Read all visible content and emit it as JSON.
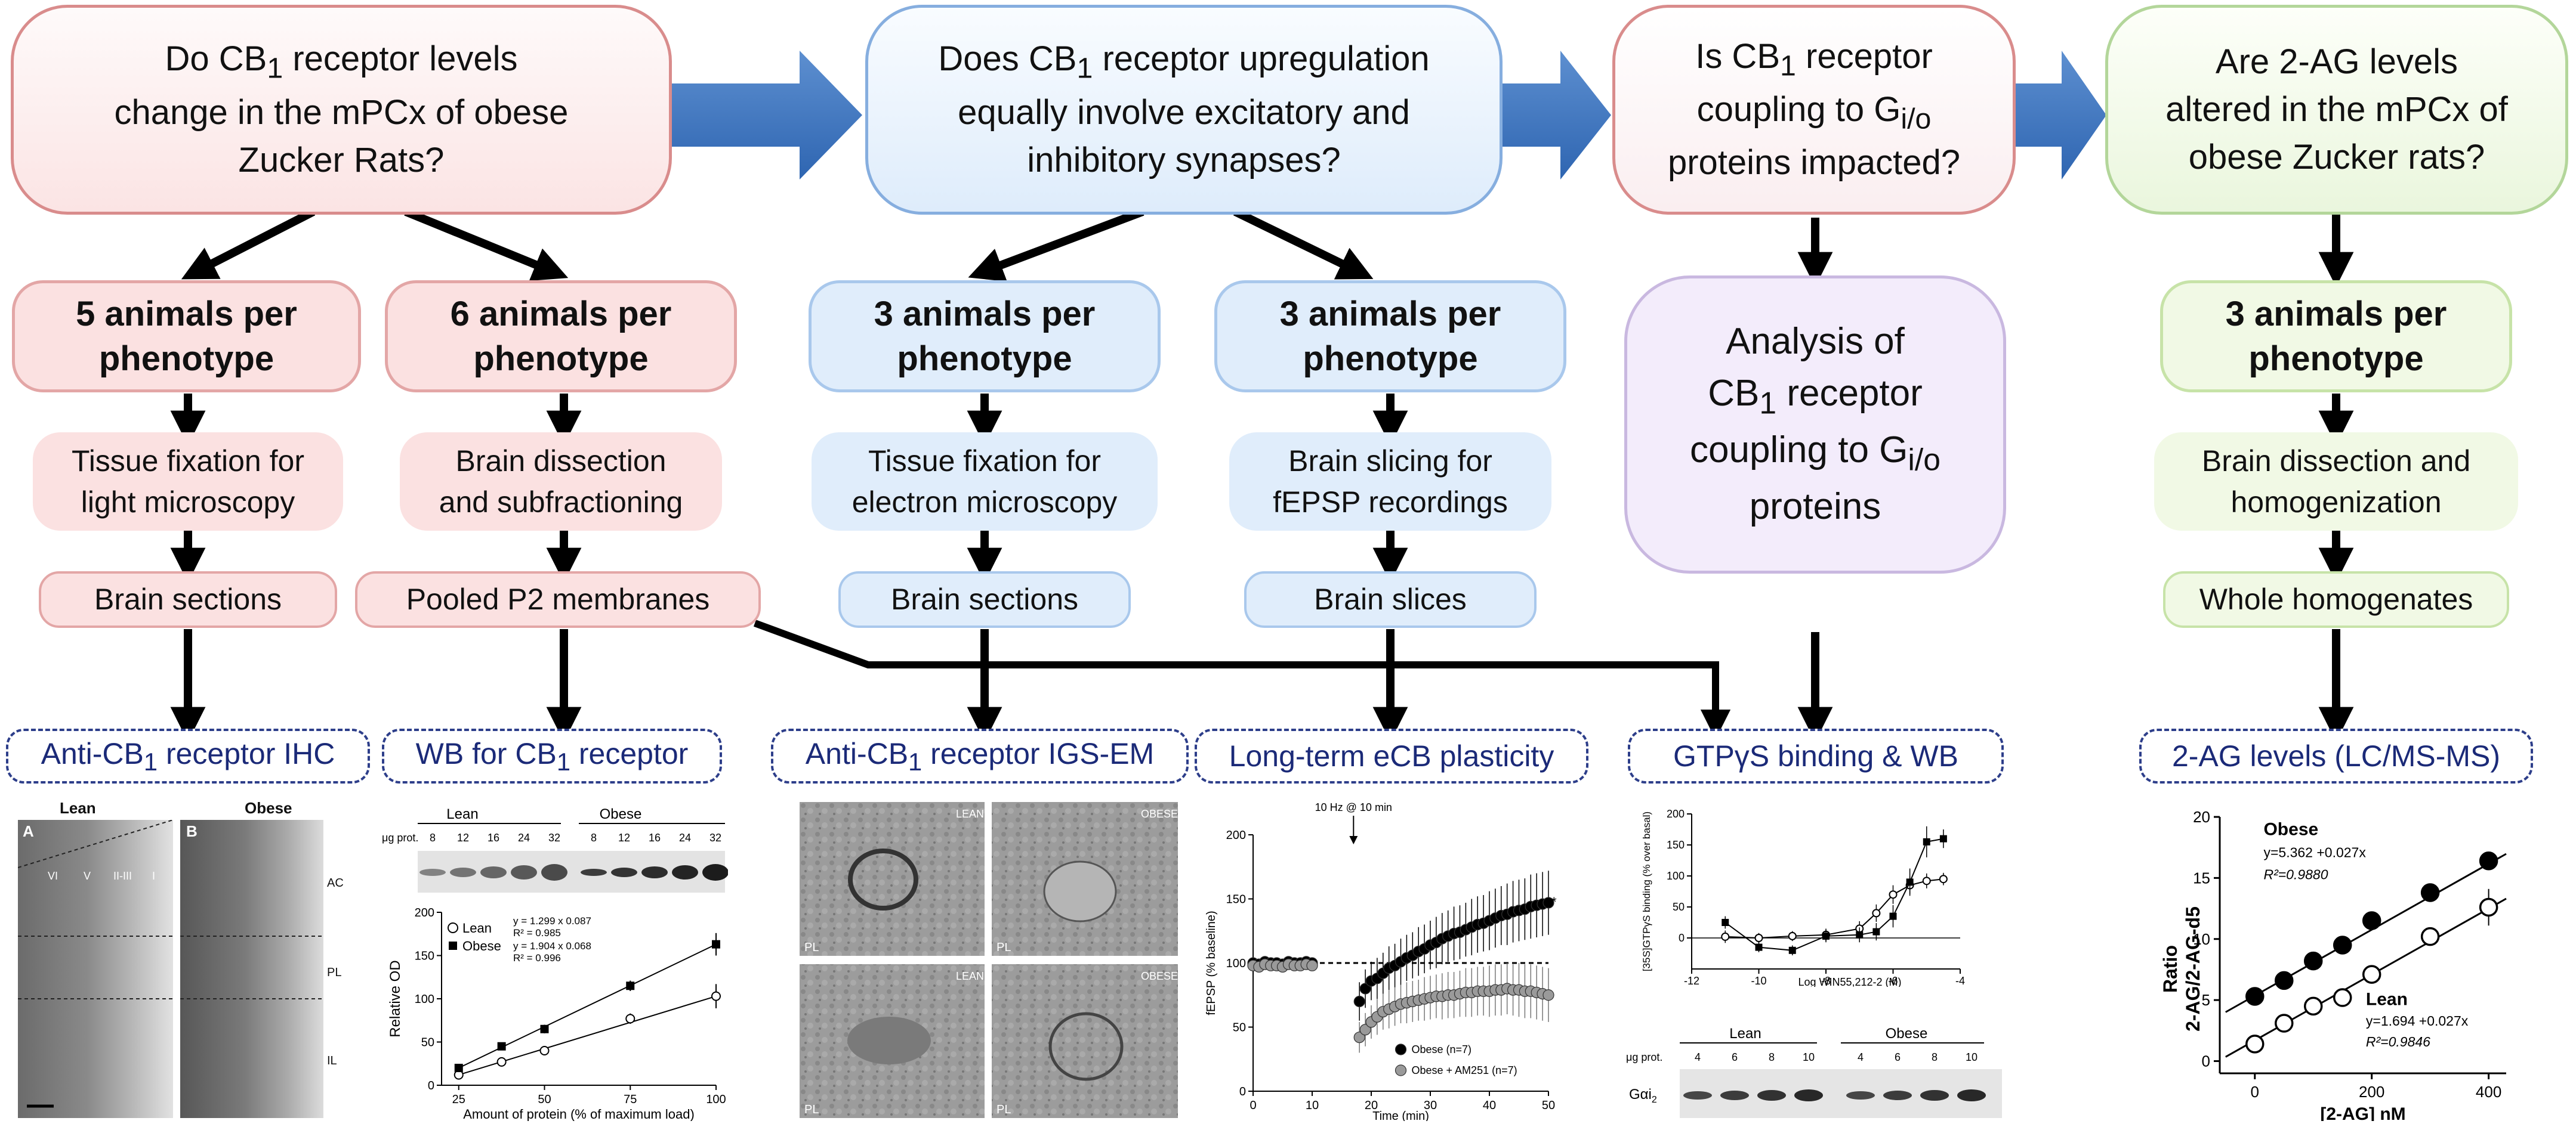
{
  "questions": {
    "q1": {
      "l1": "Do CB",
      "sub": "1",
      "l1b": " receptor levels",
      "l2": "change in the mPCx of obese",
      "l3": "Zucker Rats?"
    },
    "q2": {
      "l1": "Does CB",
      "sub": "1",
      "l1b": " receptor upregulation",
      "l2": "equally involve excitatory and",
      "l3": "inhibitory synapses?"
    },
    "q3": {
      "l1": "Is CB",
      "sub": "1",
      "l1b": " receptor",
      "l2": "coupling to G",
      "sub2": "i/o",
      "l3": "proteins impacted?"
    },
    "q4": {
      "l1": "Are 2-AG levels",
      "l2": "altered in the mPCx of",
      "l3": "obese Zucker rats?"
    }
  },
  "animals": {
    "a1": {
      "l1": "5 animals per",
      "l2": "phenotype"
    },
    "a2": {
      "l1": "6 animals per",
      "l2": "phenotype"
    },
    "a3": {
      "l1": "3 animals per",
      "l2": "phenotype"
    },
    "a4": {
      "l1": "3 animals per",
      "l2": "phenotype"
    },
    "a5": {
      "l1": "3 animals per",
      "l2": "phenotype"
    }
  },
  "steps": {
    "s1": {
      "l1": "Tissue fixation for",
      "l2": "light microscopy"
    },
    "s2": {
      "l1": "Brain dissection",
      "l2": "and subfractioning"
    },
    "s3": {
      "l1": "Tissue fixation for",
      "l2": "electron microscopy"
    },
    "s4": {
      "l1": "Brain slicing for",
      "l2": "fEPSP recordings"
    },
    "s5": {
      "l1": "Brain dissection and",
      "l2": "homogenization"
    }
  },
  "analysis": {
    "l1": "Analysis of",
    "l2a": "CB",
    "l2sub": "1",
    "l2b": " receptor",
    "l3a": "coupling to G",
    "l3sub": "i/o",
    "l4": "proteins"
  },
  "materials": {
    "m1": "Brain sections",
    "m2": "Pooled P2 membranes",
    "m3": "Brain sections",
    "m4": "Brain slices",
    "m5": "Whole homogenates"
  },
  "techniques": {
    "t1": {
      "a": "Anti-CB",
      "sub": "1",
      "b": " receptor IHC"
    },
    "t2": {
      "a": "WB for CB",
      "sub": "1",
      "b": " receptor"
    },
    "t3": {
      "a": "Anti-CB",
      "sub": "1",
      "b": " receptor IGS-EM"
    },
    "t4": {
      "a": "Long-term eCB plasticity",
      "sub": "",
      "b": ""
    },
    "t5": {
      "a": "GTPγS binding & WB",
      "sub": "",
      "b": ""
    },
    "t6": {
      "a": "2-AG levels (LC/MS-MS)",
      "sub": "",
      "b": ""
    }
  },
  "panels": {
    "ihc": {
      "lean": "Lean",
      "obese": "Obese",
      "a": "A",
      "b": "B",
      "layers": [
        "VI",
        "V",
        "II-III",
        "I"
      ],
      "regions": [
        "AC",
        "PL",
        "IL"
      ]
    },
    "wb": {
      "lean": "Lean",
      "obese": "Obese",
      "ug": "μg prot.",
      "loads": [
        "8",
        "12",
        "16",
        "24",
        "32",
        "8",
        "12",
        "16",
        "24",
        "32"
      ]
    },
    "em": {
      "lean": "LEAN",
      "obese": "OBESE",
      "pl": "PL"
    },
    "fepsp": {
      "stim": "10 Hz @ 10 min",
      "star": "*"
    },
    "gtp_wb": {
      "lean": "Lean",
      "obese": "Obese",
      "ug": "μg prot.",
      "loads": [
        "4",
        "6",
        "8",
        "10",
        "4",
        "6",
        "8",
        "10"
      ],
      "protein": "Gαi",
      "protein_sub": "2"
    }
  },
  "chart_data": [
    {
      "type": "scatter",
      "title": "",
      "xlabel": "Amount of protein (% of maximum load)",
      "ylabel": "Relative OD",
      "xticks": [
        25,
        50,
        75,
        100
      ],
      "yticks": [
        0,
        50,
        100,
        150,
        200
      ],
      "xlim": [
        20,
        100
      ],
      "ylim": [
        0,
        200
      ],
      "series": [
        {
          "name": "Lean",
          "marker": "open-circle",
          "x": [
            25,
            37.5,
            50,
            75,
            100
          ],
          "y": [
            12,
            27,
            40,
            77,
            103
          ],
          "err": [
            3,
            4,
            5,
            6,
            14
          ],
          "fit": "y = 1.299 x 0.087",
          "r2": "R² = 0.985"
        },
        {
          "name": "Obese",
          "marker": "filled-square",
          "x": [
            25,
            37.5,
            50,
            75,
            100
          ],
          "y": [
            20,
            45,
            65,
            115,
            163
          ],
          "err": [
            3,
            4,
            5,
            6,
            13
          ],
          "fit": "y = 1.904 x 0.068",
          "r2": "R² = 0.996"
        }
      ],
      "legend": "top-left"
    },
    {
      "type": "scatter",
      "title": "",
      "xlabel": "Time (min)",
      "ylabel": "fEPSP (% baseline)",
      "xticks": [
        0,
        10,
        20,
        30,
        40,
        50
      ],
      "yticks": [
        0,
        50,
        100,
        150,
        200
      ],
      "xlim": [
        0,
        50
      ],
      "ylim": [
        0,
        200
      ],
      "baseline": 100,
      "series": [
        {
          "name": "Obese (n=7)",
          "marker": "filled-circle",
          "x": [
            0,
            1,
            2,
            3,
            4,
            5,
            6,
            7,
            8,
            9,
            10,
            18,
            19,
            20,
            21,
            22,
            23,
            24,
            25,
            26,
            27,
            28,
            29,
            30,
            31,
            32,
            33,
            34,
            35,
            36,
            37,
            38,
            39,
            40,
            41,
            42,
            43,
            44,
            45,
            46,
            47,
            48,
            49,
            50
          ],
          "y": [
            100,
            99,
            101,
            100,
            100,
            99,
            101,
            100,
            100,
            101,
            100,
            70,
            80,
            86,
            88,
            92,
            96,
            98,
            101,
            104,
            106,
            109,
            111,
            114,
            116,
            119,
            121,
            123,
            124,
            126,
            128,
            130,
            131,
            133,
            135,
            137,
            138,
            140,
            141,
            142,
            144,
            145,
            146,
            147
          ],
          "err": [
            3,
            3,
            3,
            3,
            3,
            3,
            3,
            3,
            3,
            3,
            3,
            15,
            15,
            15,
            16,
            16,
            17,
            17,
            18,
            18,
            18,
            19,
            19,
            19,
            20,
            20,
            20,
            21,
            21,
            21,
            22,
            22,
            22,
            23,
            23,
            23,
            24,
            24,
            24,
            24,
            25,
            25,
            25,
            25
          ]
        },
        {
          "name": "Obese + AM251 (n=7)",
          "marker": "gray-circle",
          "x": [
            0,
            1,
            2,
            3,
            4,
            5,
            6,
            7,
            8,
            9,
            10,
            18,
            19,
            20,
            21,
            22,
            23,
            24,
            25,
            26,
            27,
            28,
            29,
            30,
            31,
            32,
            33,
            34,
            35,
            36,
            37,
            38,
            39,
            40,
            41,
            42,
            43,
            44,
            45,
            46,
            47,
            48,
            49,
            50
          ],
          "y": [
            98,
            97,
            99,
            98,
            98,
            97,
            99,
            98,
            98,
            99,
            98,
            42,
            48,
            54,
            58,
            62,
            64,
            66,
            68,
            69,
            70,
            71,
            72,
            73,
            74,
            74,
            75,
            75,
            76,
            77,
            77,
            78,
            78,
            78,
            79,
            79,
            80,
            79,
            79,
            78,
            78,
            77,
            76,
            75
          ],
          "err": [
            3,
            3,
            3,
            3,
            3,
            3,
            3,
            3,
            3,
            3,
            3,
            12,
            13,
            13,
            14,
            14,
            15,
            15,
            15,
            16,
            16,
            16,
            17,
            17,
            17,
            18,
            18,
            18,
            18,
            19,
            19,
            19,
            19,
            20,
            20,
            20,
            20,
            20,
            21,
            21,
            21,
            21,
            21,
            21
          ]
        }
      ],
      "legend": "bottom-center"
    },
    {
      "type": "line",
      "title": "",
      "xlabel": "Log WIN55,212-2 (M)",
      "ylabel": "[35S]GTPγS binding (% over basal)",
      "xticks": [
        -12,
        -10,
        -8,
        -6,
        -4
      ],
      "yticks": [
        0,
        50,
        100,
        150,
        200
      ],
      "xlim": [
        -12,
        -4
      ],
      "ylim": [
        -50,
        200
      ],
      "series": [
        {
          "name": "Lean",
          "marker": "open-circle",
          "x": [
            -11,
            -10,
            -9,
            -8,
            -7,
            -6.5,
            -6,
            -5.5,
            -5,
            -4.5
          ],
          "y": [
            2,
            0,
            3,
            5,
            15,
            40,
            70,
            85,
            92,
            95
          ],
          "err": [
            10,
            8,
            8,
            10,
            12,
            14,
            15,
            14,
            12,
            10
          ]
        },
        {
          "name": "Obese",
          "marker": "filled-square",
          "x": [
            -11,
            -10,
            -9,
            -8,
            -7,
            -6.5,
            -6,
            -5.5,
            -5,
            -4.5
          ],
          "y": [
            25,
            -15,
            -20,
            3,
            5,
            10,
            35,
            90,
            155,
            160
          ],
          "err": [
            10,
            8,
            8,
            10,
            12,
            14,
            18,
            22,
            25,
            15
          ]
        }
      ]
    },
    {
      "type": "scatter",
      "title": "",
      "xlabel": "[2-AG] nM",
      "ylabel": "Ratio 2-AG/2-AG-d5",
      "xticks": [
        0,
        200,
        400
      ],
      "yticks": [
        0,
        5,
        10,
        15,
        20
      ],
      "xlim": [
        -60,
        430
      ],
      "ylim": [
        -1,
        20
      ],
      "series": [
        {
          "name": "Obese",
          "marker": "filled-circle",
          "x": [
            0,
            50,
            100,
            150,
            200,
            300,
            400
          ],
          "y": [
            5.3,
            6.6,
            8.2,
            9.5,
            11.5,
            13.8,
            16.4
          ],
          "fit": "y=5.362 +0.027x",
          "r2": "R²=0.9880"
        },
        {
          "name": "Lean",
          "marker": "open-circle",
          "x": [
            0,
            50,
            100,
            150,
            200,
            300,
            400
          ],
          "y": [
            1.4,
            3.1,
            4.5,
            5.2,
            7.1,
            10.2,
            12.6
          ],
          "err": [
            0.3,
            0.3,
            0.3,
            0.3,
            0.3,
            0.5,
            1.5
          ],
          "fit": "y=1.694 +0.027x",
          "r2": "R²=0.9846"
        }
      ]
    }
  ]
}
